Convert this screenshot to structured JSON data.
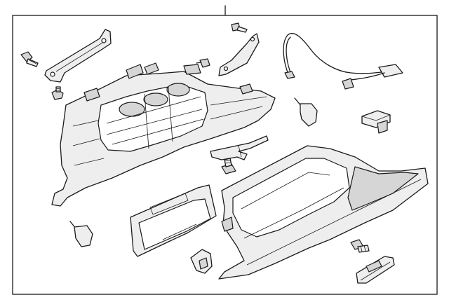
{
  "diagram": {
    "type": "exploded-parts-view",
    "colors": {
      "stroke": "#1a1a1a",
      "part_fill": "#eeeeee",
      "shade_fill": "#d6d6d6",
      "background": "#ffffff"
    },
    "parts": [
      "glove-box-housing",
      "glove-box-door",
      "door-inner-panel",
      "upper-hinge-bracket",
      "side-bracket",
      "bolt",
      "screw",
      "lamp-wire-harness",
      "switch",
      "damper",
      "latch-handle",
      "stopper",
      "striker",
      "clip"
    ]
  }
}
